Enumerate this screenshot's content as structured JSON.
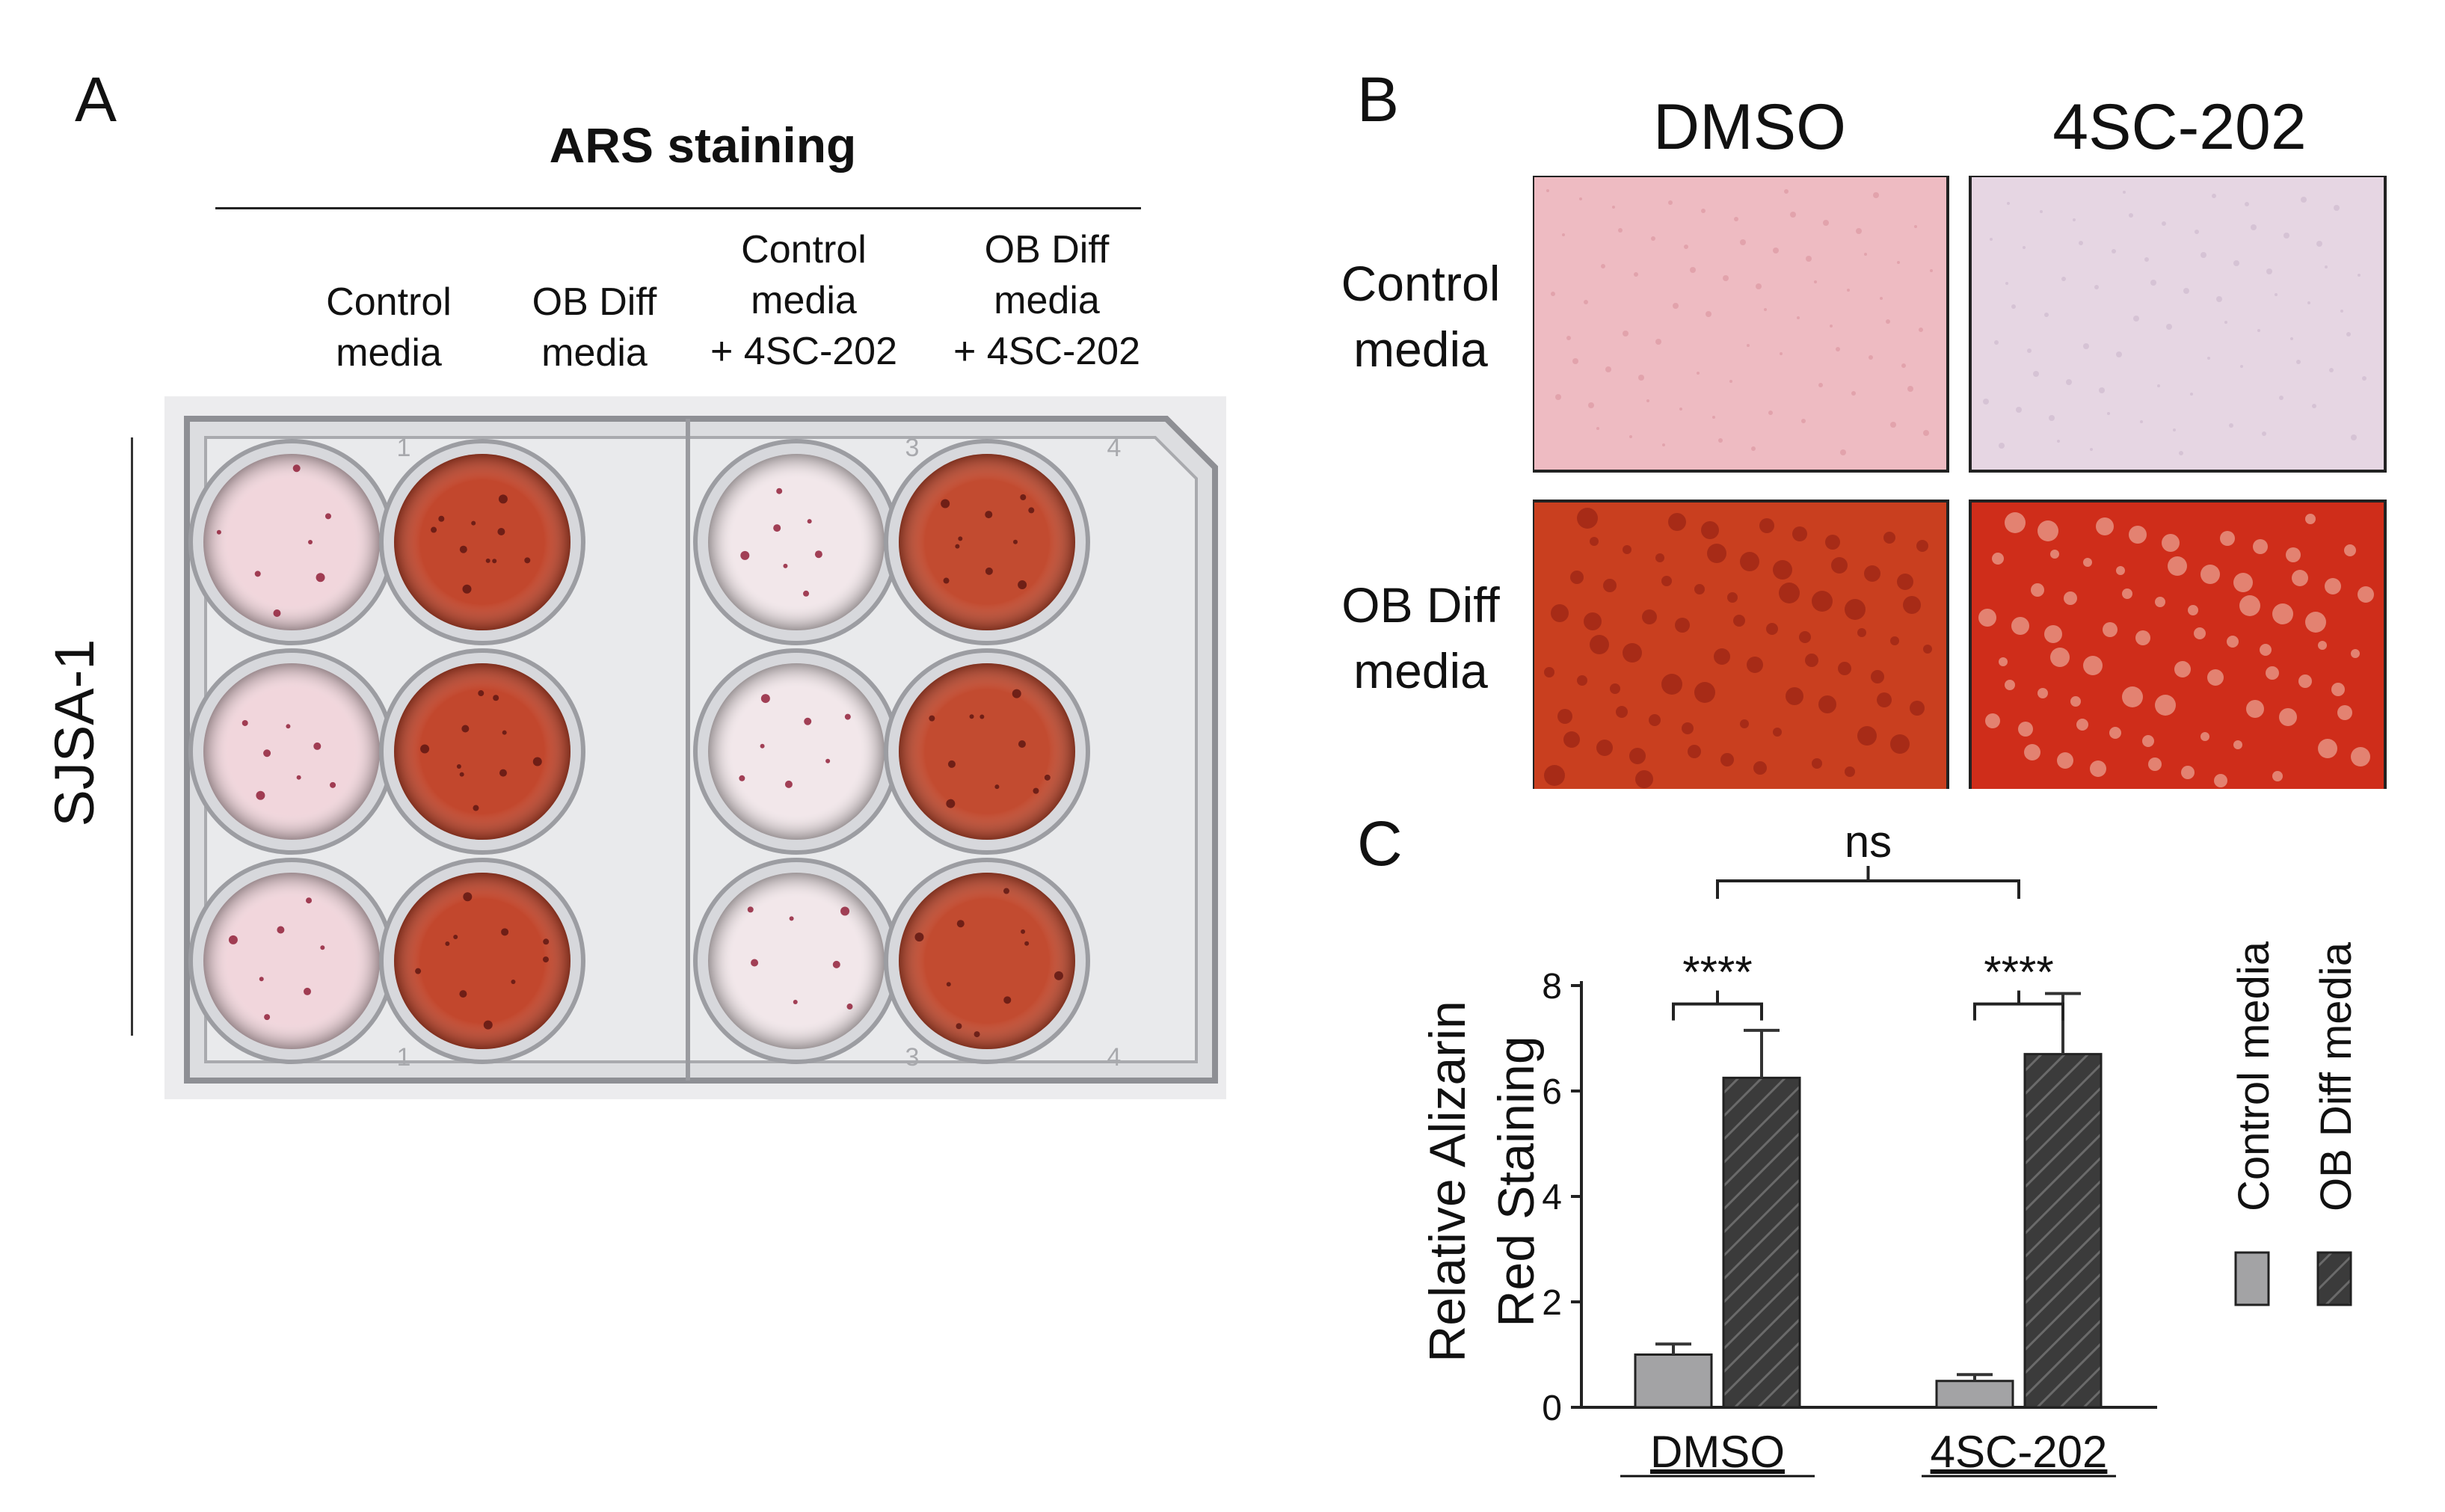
{
  "panel_a": {
    "letter": "A",
    "title": "ARS staining",
    "columns": [
      [
        "Control",
        "media"
      ],
      [
        "OB Diff",
        "media"
      ],
      [
        "Control",
        "media",
        "+ 4SC-202"
      ],
      [
        "OB Diff",
        "media",
        "+ 4SC-202"
      ]
    ],
    "row_label": "SJSA-1",
    "plate_numbers": [
      "1",
      "3",
      "4",
      "1",
      "3",
      "4"
    ],
    "well_colors": [
      "#f1d6dc",
      "#c2472d",
      "#f2e7ea",
      "#c24b30"
    ]
  },
  "panel_b": {
    "letter": "B",
    "columns": [
      "DMSO",
      "4SC-202"
    ],
    "rows": [
      [
        "Control",
        "media"
      ],
      [
        "OB Diff",
        "media"
      ]
    ],
    "colors": [
      "#eebbc2",
      "#e6d6e3",
      "#c93f1f",
      "#cf2d1a"
    ]
  },
  "panel_c": {
    "letter": "C",
    "chart_data": {
      "type": "bar",
      "categories": [
        "DMSO",
        "4SC-202"
      ],
      "ylabel": [
        "Relative Alizarin",
        "Red Staining"
      ],
      "ylim": [
        0,
        8
      ],
      "yticks": [
        "0",
        "2",
        "4",
        "6",
        "8"
      ],
      "series": [
        {
          "name": "Control media",
          "values": [
            1.0,
            0.5
          ],
          "errors": [
            0.2,
            0.12
          ],
          "color": "#a3a3a5",
          "pattern": "solid"
        },
        {
          "name": "OB Diff media",
          "values": [
            6.25,
            6.7
          ],
          "errors": [
            0.9,
            1.15
          ],
          "color": "#3b3b3b",
          "pattern": "hatched"
        }
      ],
      "significance": [
        {
          "label": "****",
          "between": "DMSO: Control media vs OB Diff media"
        },
        {
          "label": "****",
          "between": "4SC-202: Control media vs OB Diff media"
        },
        {
          "label": "ns",
          "between": "DMSO vs 4SC-202"
        }
      ],
      "legend_position": "right"
    }
  }
}
